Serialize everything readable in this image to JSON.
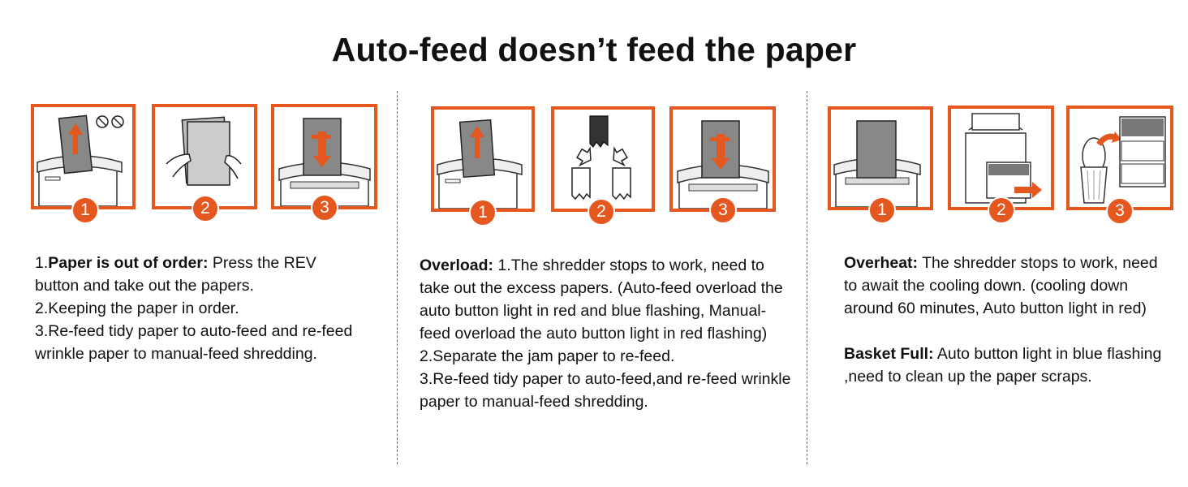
{
  "title": "Auto-feed doesn’t feed the paper",
  "colors": {
    "accent": "#e4571e",
    "text": "#111111",
    "divider": "#666666"
  },
  "sections": [
    {
      "badges": [
        "1",
        "2",
        "3"
      ],
      "heading_prefix": "1.",
      "heading": "Paper is out of order:",
      "lines": [
        " Press the REV button and take out the papers.",
        "2.Keeping the paper in order.",
        "3.Re-feed tidy paper to auto-feed and re-feed wrinkle paper to manual-feed shredding."
      ]
    },
    {
      "badges": [
        "1",
        "2",
        "3"
      ],
      "heading": "Overload:",
      "lines": [
        " 1.The shredder stops to work, need to take out the excess papers. (Auto-feed overload the auto button light in red and blue flashing, Manual-feed overload the auto button light in red flashing)",
        "2.Separate the jam paper to re-feed.",
        "3.Re-feed tidy paper to auto-feed,and re-feed wrinkle paper to manual-feed shredding."
      ]
    },
    {
      "badges": [
        "1",
        "2",
        "3"
      ],
      "heading": "Overheat:",
      "lines": [
        " The shredder stops to work, need to await the cooling down. (cooling down around 60 minutes, Auto button light in red)"
      ],
      "heading2": "Basket Full:",
      "lines2": [
        " Auto button light in blue flashing ,need to clean up the paper scraps."
      ]
    }
  ]
}
